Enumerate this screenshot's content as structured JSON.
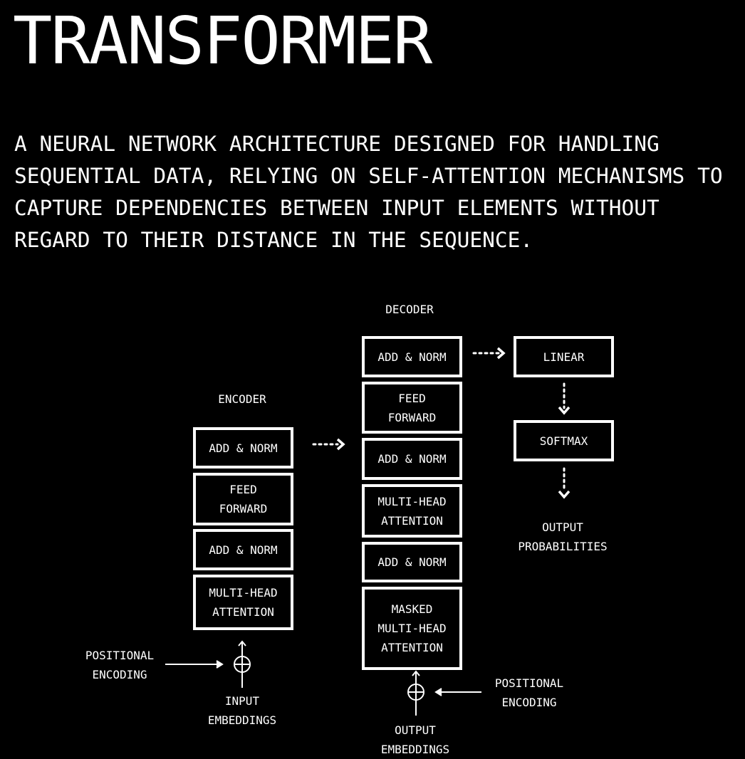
{
  "title": "TRANSFORMER",
  "description_lines": [
    "A NEURAL NETWORK ARCHITECTURE DESIGNED FOR HANDLING",
    "SEQUENTIAL DATA, RELYING ON SELF-ATTENTION MECHANISMS TO",
    "CAPTURE DEPENDENCIES BETWEEN INPUT ELEMENTS WITHOUT",
    "REGARD TO THEIR DISTANCE IN THE SEQUENCE."
  ],
  "encoder": {
    "label": "ENCODER",
    "blocks": [
      "ADD & NORM",
      "FEED\nFORWARD",
      "ADD & NORM",
      "MULTI-HEAD\nATTENTION"
    ],
    "positional_encoding": "POSITIONAL\nENCODING",
    "input": "INPUT\nEMBEDDINGS"
  },
  "decoder": {
    "label": "DECODER",
    "blocks": [
      "ADD & NORM",
      "FEED\nFORWARD",
      "ADD & NORM",
      "MULTI-HEAD\nATTENTION",
      "ADD & NORM",
      "MASKED\nMULTI-HEAD\nATTENTION"
    ],
    "positional_encoding": "POSITIONAL\nENCODING",
    "input": "OUTPUT\nEMBEDDINGS"
  },
  "output": {
    "blocks": [
      "LINEAR",
      "SOFTMAX"
    ],
    "label": "OUTPUT\nPROBABILITIES"
  }
}
